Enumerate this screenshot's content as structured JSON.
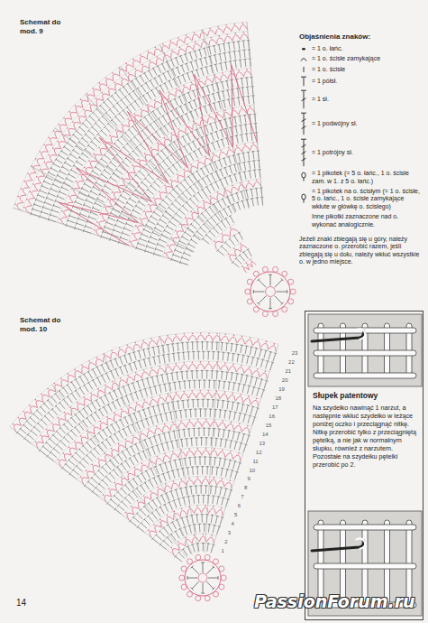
{
  "diagram": {
    "nodes": [
      {
        "text": [
          "Słupek patentowy",
          "Na szydełko nawinąć 1 narzut, a następnie wkłuć szydełko w leżące poniżej oczko i przeciągnąć nitkę. Nitkę przerobić tylko z przeciągniętą pętelką, a nie jak w normalnym słupku, również z narzutem. Pozostałe na szydełku pętelki przerobić po 2."
        ]
      }
    ],
    "labels": [
      "Schemat do mod. 9",
      "Schemat do mod. 10",
      "Objaśnienia znaków:",
      "Inne pikotki zaznaczone nad o. wykonać analogicznie.",
      "Jeżeli znaki zbiegają się u góry, należy zaznaczone o. przerobić razem, jeśli zbiegają się u dołu, należy wkłuć wszystkie o. w jedno miejsce.",
      "23",
      "22",
      "21",
      "20",
      "19",
      "18",
      "17",
      "16",
      "15",
      "14",
      "13",
      "12",
      "11",
      "10",
      "9",
      "8",
      "7",
      "6",
      "5",
      "4",
      "3",
      "2",
      "1",
      "14",
      "PassionForum.ru"
    ],
    "legend": [
      {
        "text": "= 1 o. łańc."
      },
      {
        "text": "= 1 o. ścisłe zamykające"
      },
      {
        "text": "= 1 o. ścisłe"
      },
      {
        "text": "= 1 półsł."
      },
      {
        "text": "= 1 sł."
      },
      {
        "text": "= 1 podwójny sł."
      },
      {
        "text": "= 1 potrójny sł."
      },
      {
        "text": "= 1 pikotek (= 5 o. łańc., 1 o. ścisłe zam. w 1. z 5 o. łańc.)"
      },
      {
        "text": "= 1 pikotek na o. ścisłym (= 1 o. ścisłe, 5 o. łańc., 1 o. ścisłe zamykające wkłute w główkę o. ścisłego)"
      }
    ]
  }
}
